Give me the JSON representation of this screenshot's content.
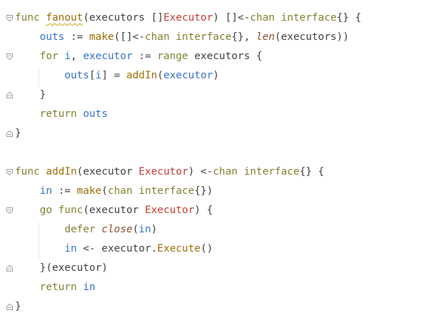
{
  "lines": [
    [
      {
        "t": "func ",
        "c": "kw"
      },
      {
        "t": "fanout",
        "c": "fn squiggle"
      },
      {
        "t": "(executors []",
        "c": "plain"
      },
      {
        "t": "Executor",
        "c": "ty"
      },
      {
        "t": ") []<-",
        "c": "plain"
      },
      {
        "t": "chan interface",
        "c": "kw"
      },
      {
        "t": "{} {",
        "c": "plain"
      }
    ],
    [
      {
        "t": "    ",
        "c": "plain"
      },
      {
        "t": "outs",
        "c": "var"
      },
      {
        "t": " := ",
        "c": "plain"
      },
      {
        "t": "make",
        "c": "fn"
      },
      {
        "t": "([]<-",
        "c": "plain"
      },
      {
        "t": "chan interface",
        "c": "kw"
      },
      {
        "t": "{}, ",
        "c": "plain"
      },
      {
        "t": "len",
        "c": "it"
      },
      {
        "t": "(executors))",
        "c": "plain"
      }
    ],
    [
      {
        "t": "    ",
        "c": "plain"
      },
      {
        "t": "for ",
        "c": "kw"
      },
      {
        "t": "i",
        "c": "var"
      },
      {
        "t": ", ",
        "c": "plain"
      },
      {
        "t": "executor",
        "c": "var"
      },
      {
        "t": " := ",
        "c": "plain"
      },
      {
        "t": "range",
        "c": "kw"
      },
      {
        "t": " executors {",
        "c": "plain"
      }
    ],
    [
      {
        "t": "        ",
        "c": "plain"
      },
      {
        "t": "outs",
        "c": "var"
      },
      {
        "t": "[",
        "c": "plain"
      },
      {
        "t": "i",
        "c": "var"
      },
      {
        "t": "] = ",
        "c": "plain"
      },
      {
        "t": "addIn",
        "c": "fn"
      },
      {
        "t": "(",
        "c": "plain"
      },
      {
        "t": "executor",
        "c": "var"
      },
      {
        "t": ")",
        "c": "plain"
      }
    ],
    [
      {
        "t": "    }",
        "c": "plain"
      }
    ],
    [
      {
        "t": "    ",
        "c": "plain"
      },
      {
        "t": "return ",
        "c": "kw"
      },
      {
        "t": "outs",
        "c": "var"
      }
    ],
    [
      {
        "t": "}",
        "c": "plain"
      }
    ],
    [],
    [
      {
        "t": "func ",
        "c": "kw"
      },
      {
        "t": "addIn",
        "c": "fn"
      },
      {
        "t": "(executor ",
        "c": "plain"
      },
      {
        "t": "Executor",
        "c": "ty"
      },
      {
        "t": ") <-",
        "c": "plain"
      },
      {
        "t": "chan interface",
        "c": "kw"
      },
      {
        "t": "{} {",
        "c": "plain"
      }
    ],
    [
      {
        "t": "    ",
        "c": "plain"
      },
      {
        "t": "in",
        "c": "var"
      },
      {
        "t": " := ",
        "c": "plain"
      },
      {
        "t": "make",
        "c": "fn"
      },
      {
        "t": "(",
        "c": "plain"
      },
      {
        "t": "chan interface",
        "c": "kw"
      },
      {
        "t": "{})",
        "c": "plain"
      }
    ],
    [
      {
        "t": "    ",
        "c": "plain"
      },
      {
        "t": "go func",
        "c": "kw"
      },
      {
        "t": "(executor ",
        "c": "plain"
      },
      {
        "t": "Executor",
        "c": "ty"
      },
      {
        "t": ") {",
        "c": "plain"
      }
    ],
    [
      {
        "t": "        ",
        "c": "plain"
      },
      {
        "t": "defer ",
        "c": "kw"
      },
      {
        "t": "close",
        "c": "it"
      },
      {
        "t": "(",
        "c": "plain"
      },
      {
        "t": "in",
        "c": "var"
      },
      {
        "t": ")",
        "c": "plain"
      }
    ],
    [
      {
        "t": "        ",
        "c": "plain"
      },
      {
        "t": "in",
        "c": "var"
      },
      {
        "t": " <- executor.",
        "c": "plain"
      },
      {
        "t": "Execute",
        "c": "fn"
      },
      {
        "t": "()",
        "c": "plain"
      }
    ],
    [
      {
        "t": "    }(executor)",
        "c": "plain"
      }
    ],
    [
      {
        "t": "    ",
        "c": "plain"
      },
      {
        "t": "return ",
        "c": "kw"
      },
      {
        "t": "in",
        "c": "var"
      }
    ],
    [
      {
        "t": "}",
        "c": "plain"
      }
    ]
  ],
  "fold_markers": [
    {
      "line": 0,
      "kind": "open"
    },
    {
      "line": 2,
      "kind": "open"
    },
    {
      "line": 4,
      "kind": "close"
    },
    {
      "line": 6,
      "kind": "close"
    },
    {
      "line": 8,
      "kind": "open"
    },
    {
      "line": 10,
      "kind": "open"
    },
    {
      "line": 13,
      "kind": "close"
    },
    {
      "line": 15,
      "kind": "close"
    }
  ],
  "colors": {
    "keyword": "#7f7e2a",
    "function": "#9d6b00",
    "type": "#c4382f",
    "variable": "#2f6fcf",
    "text": "#3b3b3b",
    "builtin": "#8b4c2c"
  }
}
